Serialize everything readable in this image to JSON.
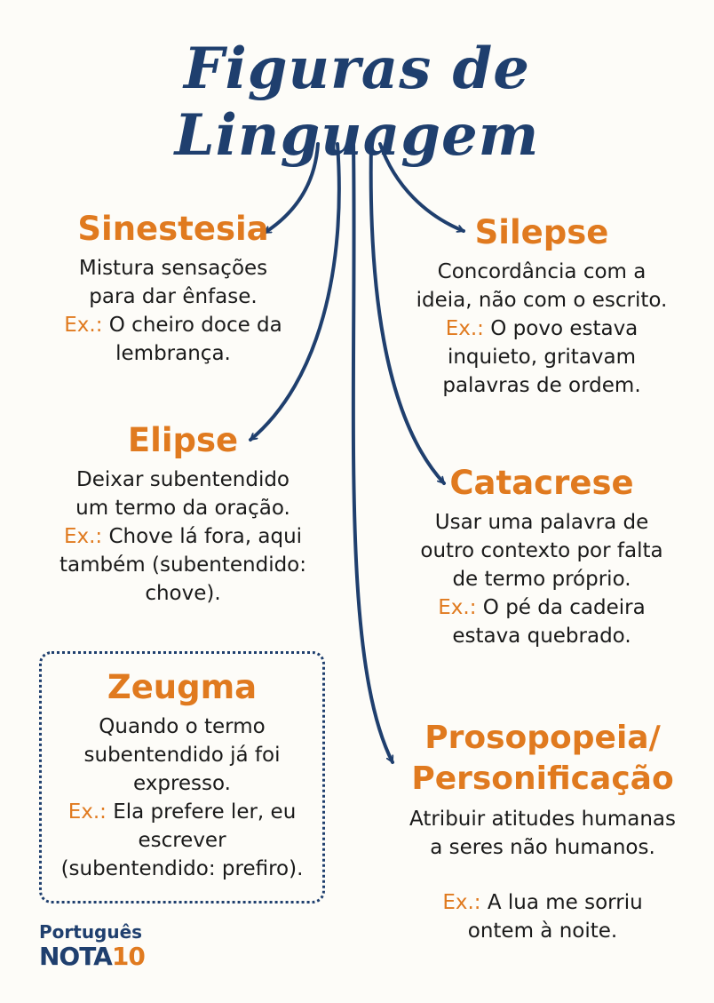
{
  "title": "Figuras de Linguagem",
  "ex_label": "Ex.:",
  "sections": {
    "sinestesia": {
      "heading": "Sinestesia",
      "definition_lines": [
        "Mistura sensações",
        "para dar ênfase."
      ],
      "example_lines": [
        "O cheiro doce da",
        "lembrança."
      ]
    },
    "silepse": {
      "heading": "Silepse",
      "definition_lines": [
        "Concordância com a",
        "ideia, não com o escrito."
      ],
      "example_lines": [
        "O povo estava",
        "inquieto, gritavam",
        "palavras de ordem."
      ]
    },
    "elipse": {
      "heading": "Elipse",
      "definition_lines": [
        "Deixar subentendido",
        "um termo da oração."
      ],
      "example_lines": [
        "Chove lá fora, aqui",
        "também (subentendido:",
        "chove)."
      ]
    },
    "catacrese": {
      "heading": "Catacrese",
      "definition_lines": [
        "Usar uma palavra de",
        "outro contexto por falta",
        "de termo próprio."
      ],
      "example_lines": [
        "O pé da cadeira",
        "estava quebrado."
      ]
    },
    "zeugma": {
      "heading": "Zeugma",
      "definition_lines": [
        "Quando o termo",
        "subentendido já foi",
        "expresso."
      ],
      "example_lines": [
        "Ela prefere ler, eu",
        "escrever",
        "(subentendido: prefiro)."
      ]
    },
    "prosopopeia": {
      "heading_lines": [
        "Prosopopeia/",
        "Personificação"
      ],
      "definition_lines": [
        "Atribuir atitudes humanas",
        "a seres não humanos."
      ],
      "example_lines": [
        "A lua me sorriu",
        "ontem à noite."
      ]
    }
  },
  "brand": {
    "line1": "Português",
    "line2_a": "NOTA",
    "line2_b": "10"
  },
  "colors": {
    "navy": "#1f3f6e",
    "orange": "#e07a1f",
    "text": "#1a1a1a",
    "background": "#fdfcf8"
  }
}
